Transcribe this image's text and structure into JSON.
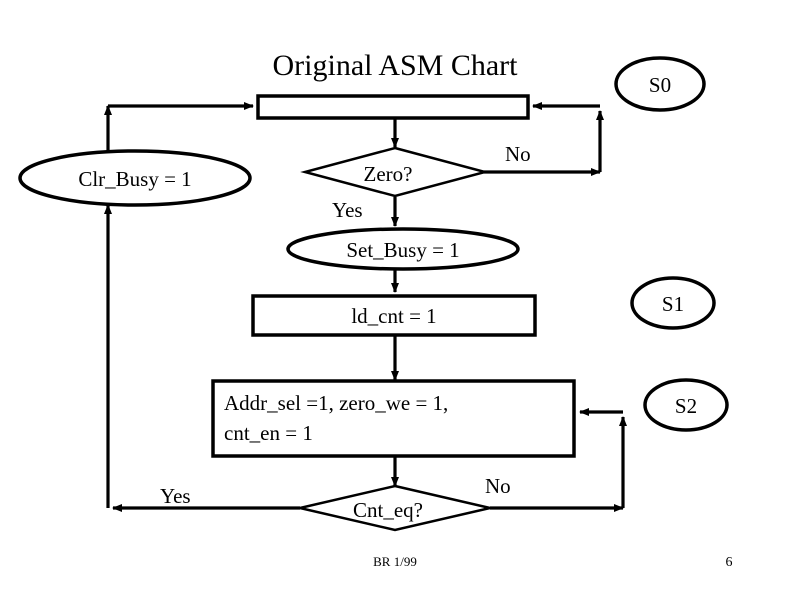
{
  "slide": {
    "title": "Original ASM Chart",
    "footer": "BR 1/99",
    "page_number": "6",
    "background_color": "#ffffff",
    "line_color": "#000000"
  },
  "nodes": {
    "top_box": {
      "label": "",
      "shape": "rectangle"
    },
    "clr_busy": {
      "label": "Clr_Busy = 1",
      "shape": "ellipse"
    },
    "zero_decision": {
      "label": "Zero?",
      "shape": "diamond"
    },
    "set_busy": {
      "label": "Set_Busy = 1",
      "shape": "ellipse"
    },
    "ld_cnt": {
      "label": "ld_cnt = 1",
      "shape": "rectangle"
    },
    "addr_sel": {
      "line1": "Addr_sel =1, zero_we = 1,",
      "line2": "cnt_en = 1",
      "shape": "rectangle"
    },
    "cnt_eq_decision": {
      "label": "Cnt_eq?",
      "shape": "diamond"
    }
  },
  "states": [
    {
      "name": "s0",
      "label": "S0"
    },
    {
      "name": "s1",
      "label": "S1"
    },
    {
      "name": "s2",
      "label": "S2"
    }
  ],
  "branch_labels": {
    "zero_no": "No",
    "zero_yes": "Yes",
    "cnt_eq_no": "No",
    "cnt_eq_yes": "Yes"
  }
}
